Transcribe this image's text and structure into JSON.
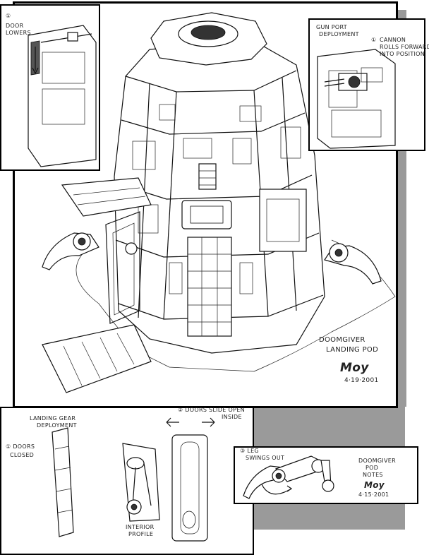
{
  "title_block": {
    "title_line1": "DOOMGIVER",
    "title_line2": "LANDING POD",
    "signature": "Moy",
    "date": "4·19·2001"
  },
  "inset_door": {
    "note_number": "①",
    "note_line1": "DOOR",
    "note_line2": "LOWERS"
  },
  "inset_gun": {
    "heading_line1": "GUN PORT",
    "heading_line2": "DEPLOYMENT",
    "note_number": "①",
    "note_line1": "CANNON",
    "note_line2": "ROLLS FORWARD",
    "note_line3": "INTO POSITION"
  },
  "panel_gear": {
    "heading_line1": "LANDING GEAR",
    "heading_line2": "DEPLOYMENT",
    "doors_closed_line1": "① DOORS",
    "doors_closed_line2": "CLOSED",
    "doors_slide_line1": "② DOORS SLIDE OPEN",
    "doors_slide_line2": "INSIDE",
    "interior_line1": "INTERIOR",
    "interior_line2": "PROFILE"
  },
  "panel_legs": {
    "note_line1": "③ LEG",
    "note_line2": "SWINGS OUT",
    "notes_line1": "DOOMGIVER",
    "notes_line2": "POD",
    "notes_line3": "NOTES",
    "signature": "Moy",
    "date": "4·15·2001"
  }
}
